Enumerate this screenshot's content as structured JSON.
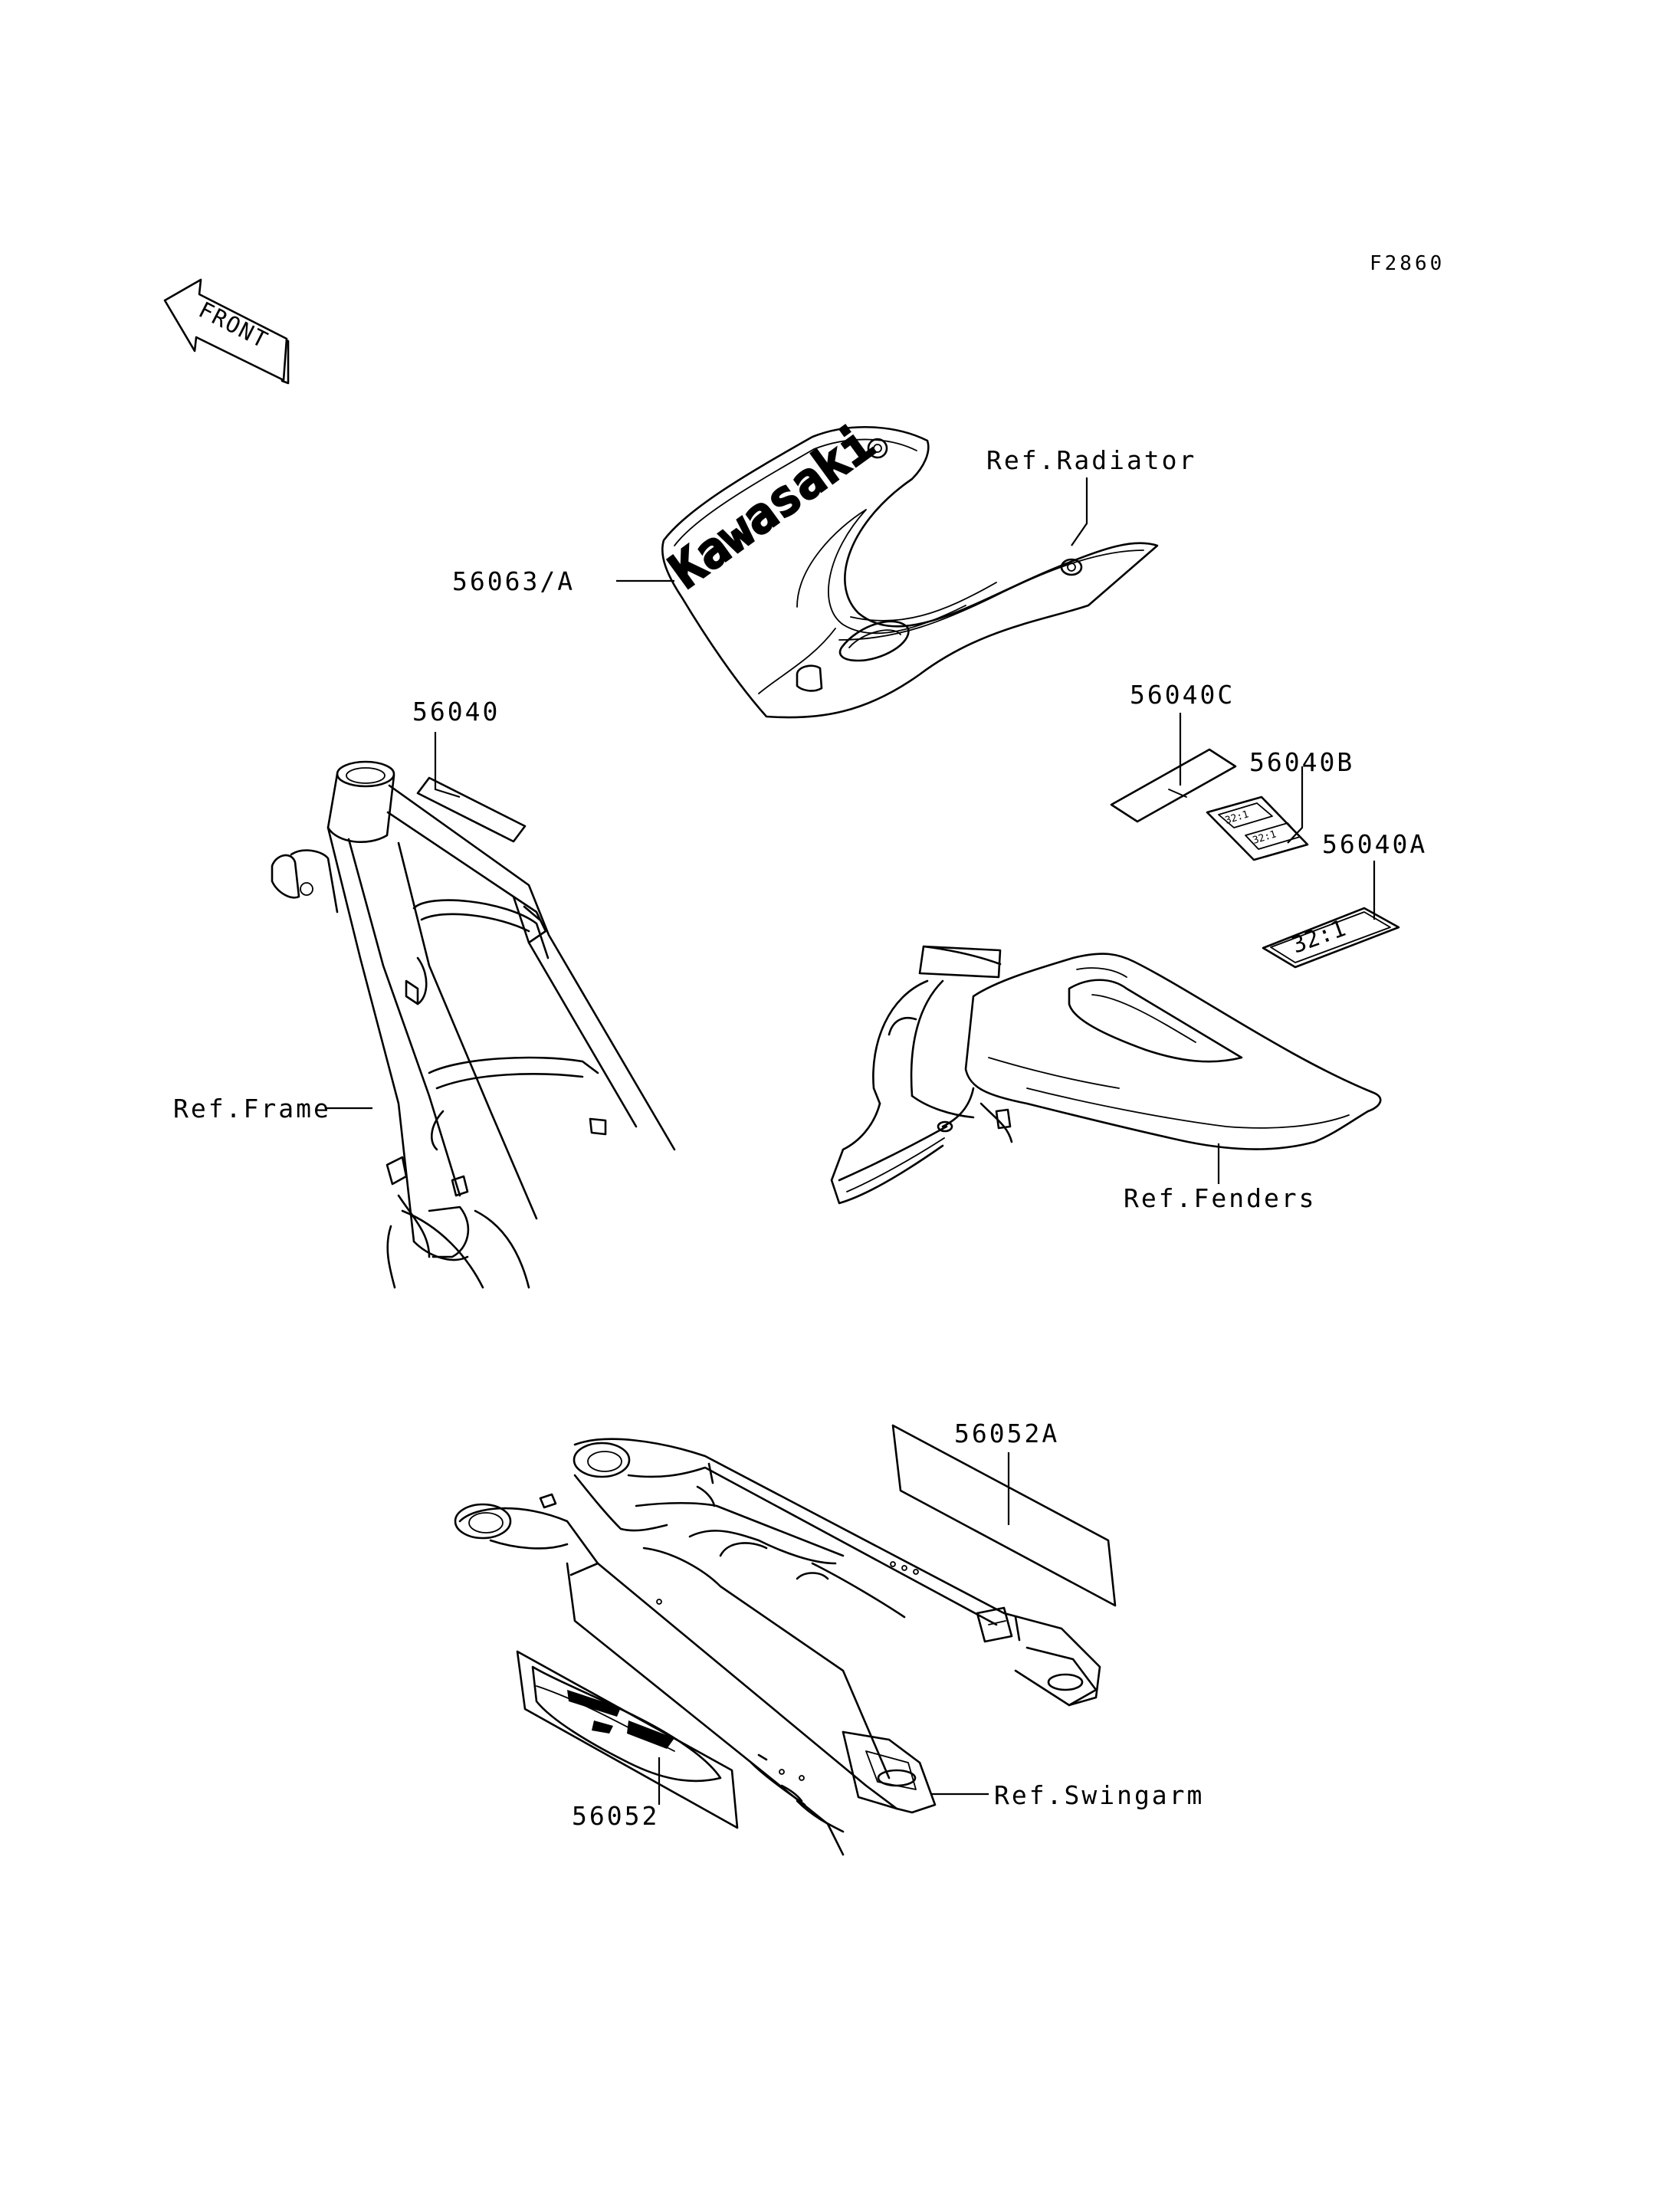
{
  "figure_code": "F2860",
  "front_arrow": {
    "text": "FRONT"
  },
  "labels": {
    "radiator_shroud_decal": "56063/A",
    "ref_radiator": "Ref.Radiator",
    "frame_decal": "56040",
    "label_c": "56040C",
    "label_b": "56040B",
    "label_a": "56040A",
    "ref_frame": "Ref.Frame",
    "ref_fenders": "Ref.Fenders",
    "swingarm_decal_a": "56052A",
    "swingarm_decal": "56052",
    "ref_swingarm": "Ref.Swingarm"
  },
  "decal_text": {
    "shroud_logo": "Kawasaki",
    "ratio_small": "32:1",
    "ratio_large": "32:1"
  }
}
